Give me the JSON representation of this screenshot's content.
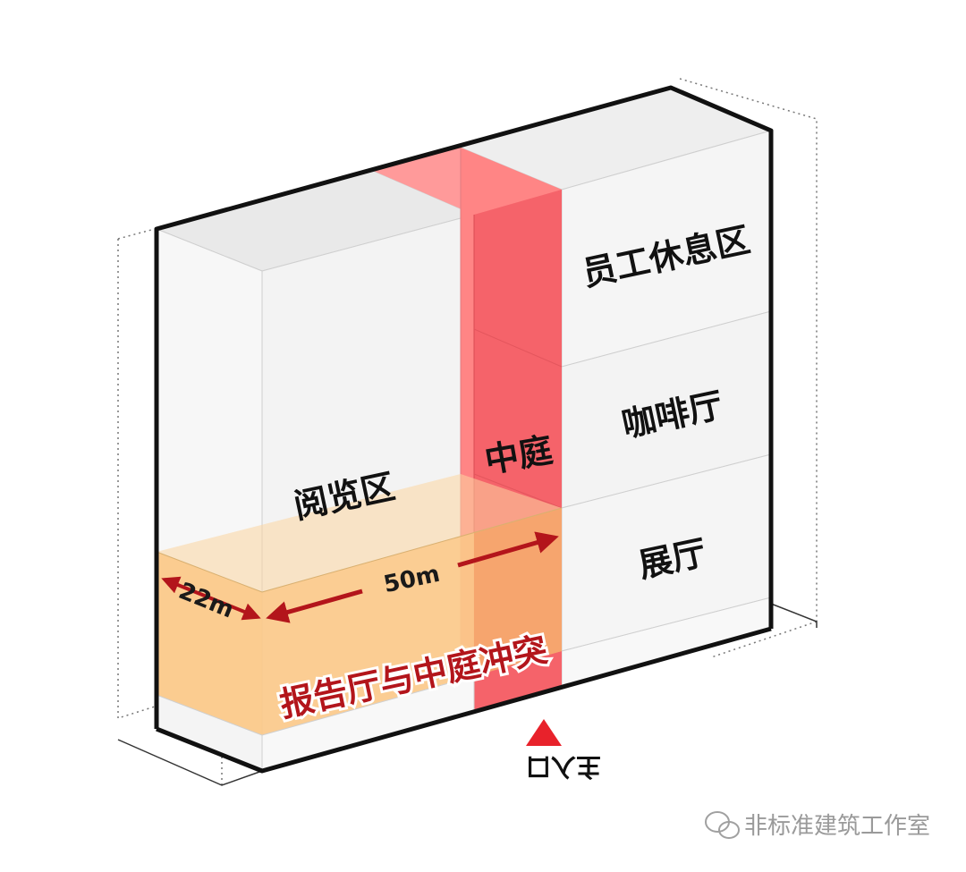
{
  "zones": {
    "reading": "阅览区",
    "atrium": "中庭",
    "staff_lounge": "员工休息区",
    "cafe": "咖啡厅",
    "exhibition": "展厅"
  },
  "dimensions": {
    "depth": "22m",
    "length": "50m"
  },
  "conflict": {
    "label": "报告厅与中庭冲突"
  },
  "entrance": {
    "label": "主入口"
  },
  "watermark": {
    "label": "非标准建筑工作室",
    "icon": "wechat-icon"
  },
  "colors": {
    "atrium_red": "#ff7b7b",
    "atrium_red_dark": "#f25c62",
    "hall_orange": "#fbc98a",
    "hall_overlap": "#f5a06a",
    "arrow_red": "#b3151b",
    "outline": "#111111",
    "box_face": "#f2f2f2"
  }
}
